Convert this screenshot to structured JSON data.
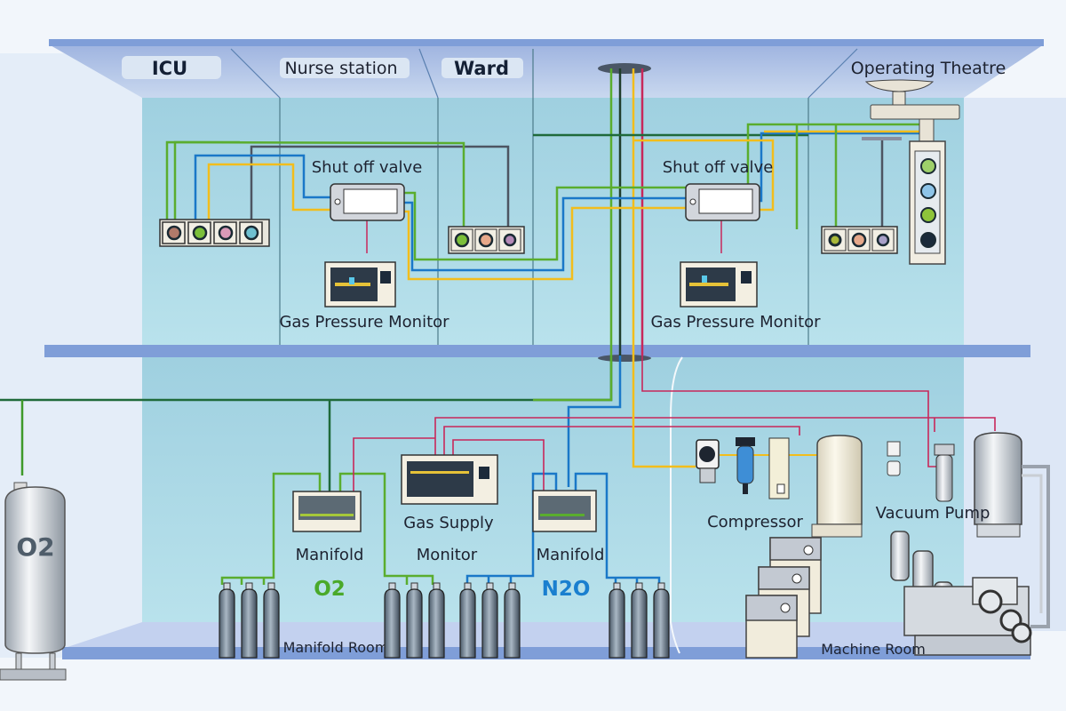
{
  "rooms": {
    "icu": "ICU",
    "nurse_station": "Nurse station",
    "ward": "Ward",
    "operating_theatre": "Operating Theatre",
    "manifold_room": "Manifold Room",
    "machine_room": "Machine Room"
  },
  "upper_floor": {
    "shut_off_valve_1": "Shut off valve",
    "shut_off_valve_2": "Shut off valve",
    "gas_pressure_monitor_1": "Gas Pressure Monitor",
    "gas_pressure_monitor_2": "Gas Pressure Monitor"
  },
  "lower_floor": {
    "o2_tank_label": "O2",
    "manifold_1": "Manifold",
    "manifold_1_gas": "O2",
    "gas_supply_monitor_line1": "Gas Supply",
    "gas_supply_monitor_line2": "Monitor",
    "manifold_2": "Manifold",
    "manifold_2_gas": "N2O",
    "compressor": "Compressor",
    "vacuum_pump": "Vacuum Pump"
  },
  "colors": {
    "oxygen_pipe": "#5aad2e",
    "medical_air_pipe": "#1a78c8",
    "vacuum_pipe": "#f2bd1c",
    "n2o_pipe": "#c8275a",
    "wall": "#a9d9e6",
    "slab": "#7f9ed8",
    "o2_text": "#4aa92a",
    "n2o_text": "#1a7fcf"
  }
}
